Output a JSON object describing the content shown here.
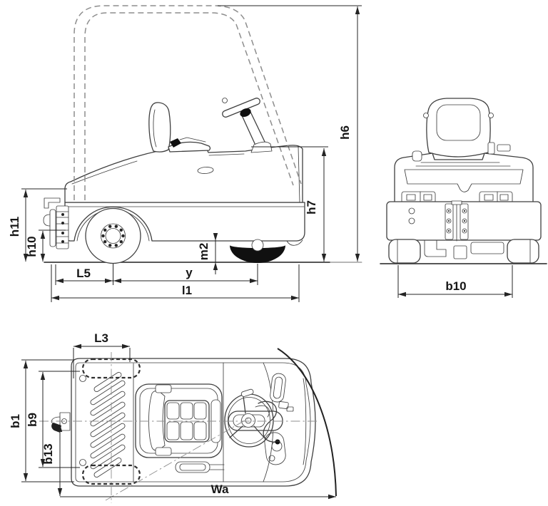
{
  "labels": {
    "h6": "h6",
    "h7": "h7",
    "h11": "h11",
    "h10": "h10",
    "m2": "m2",
    "L5": "L5",
    "y": "y",
    "l1": "l1",
    "b10": "b10",
    "L3": "L3",
    "b1": "b1",
    "b9": "b9",
    "b13": "b13",
    "Wa": "Wa"
  },
  "colors": {
    "background": "#ffffff",
    "line": "#3f3f3f",
    "dimension": "#242424",
    "hidden_line": "#8d8d8d",
    "tire_fill": "#101010"
  }
}
